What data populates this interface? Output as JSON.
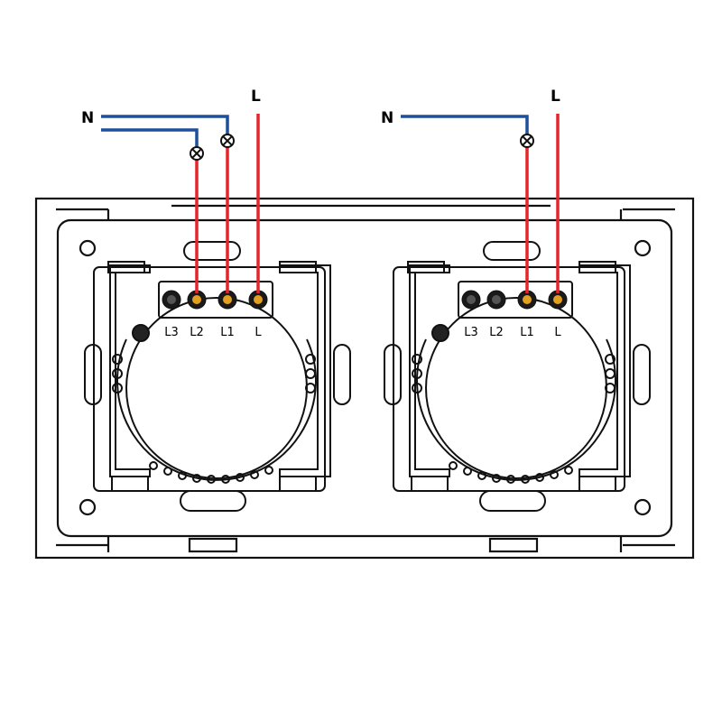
{
  "colors": {
    "neutral_wire": "#1f4e9c",
    "live_wire": "#e3262b",
    "outline": "#111111",
    "screw_fill": "#e3a020",
    "background": "#ffffff"
  },
  "wire_labels": {
    "neutral": "N",
    "live": "L"
  },
  "modules": [
    {
      "gang": "2",
      "terminals": [
        {
          "label": "L3",
          "connected": false
        },
        {
          "label": "L2",
          "connected": true
        },
        {
          "label": "L1",
          "connected": true
        },
        {
          "label": "L",
          "connected": true
        }
      ]
    },
    {
      "gang": "1",
      "terminals": [
        {
          "label": "L3",
          "connected": false
        },
        {
          "label": "L2",
          "connected": false
        },
        {
          "label": "L1",
          "connected": true
        },
        {
          "label": "L",
          "connected": true
        }
      ]
    }
  ],
  "lamp_icon": "lamp-cross-circle-icon"
}
